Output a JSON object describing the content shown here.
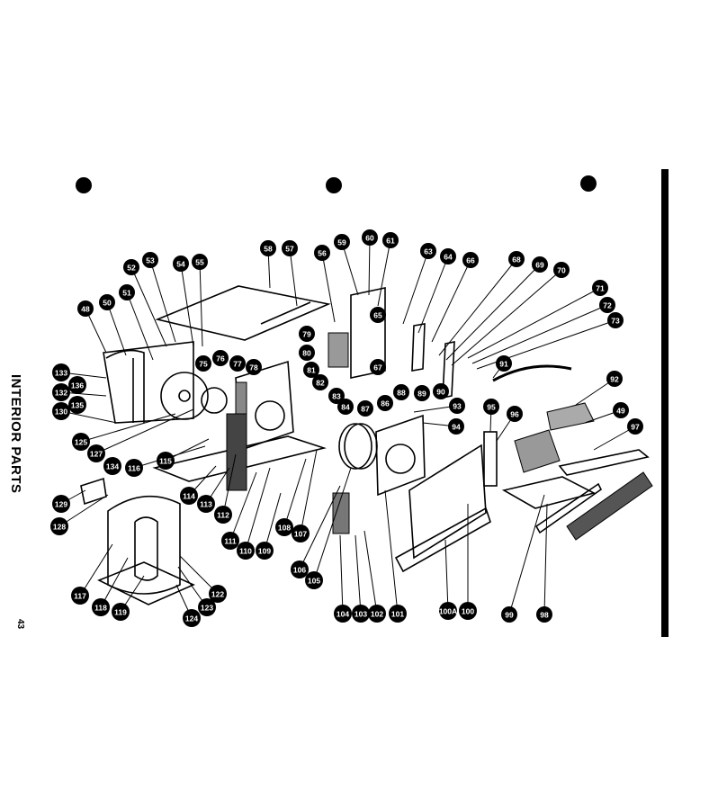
{
  "section_title": "INTERIOR PARTS",
  "page_number": "43",
  "callouts": [
    "48",
    "49",
    "50",
    "51",
    "52",
    "53",
    "54",
    "55",
    "56",
    "57",
    "58",
    "59",
    "60",
    "61",
    "63",
    "64",
    "65",
    "66",
    "67",
    "68",
    "69",
    "70",
    "71",
    "72",
    "73",
    "75",
    "76",
    "77",
    "78",
    "79",
    "80",
    "81",
    "82",
    "83",
    "84",
    "86",
    "87",
    "88",
    "89",
    "90",
    "91",
    "92",
    "93",
    "94",
    "95",
    "96",
    "97",
    "98",
    "99",
    "100",
    "100A",
    "101",
    "102",
    "103",
    "104",
    "105",
    "106",
    "107",
    "108",
    "109",
    "110",
    "111",
    "112",
    "113",
    "114",
    "115",
    "116",
    "117",
    "118",
    "119",
    "122",
    "123",
    "124",
    "125",
    "127",
    "128",
    "129",
    "130",
    "132",
    "133",
    "134",
    "135",
    "136"
  ]
}
